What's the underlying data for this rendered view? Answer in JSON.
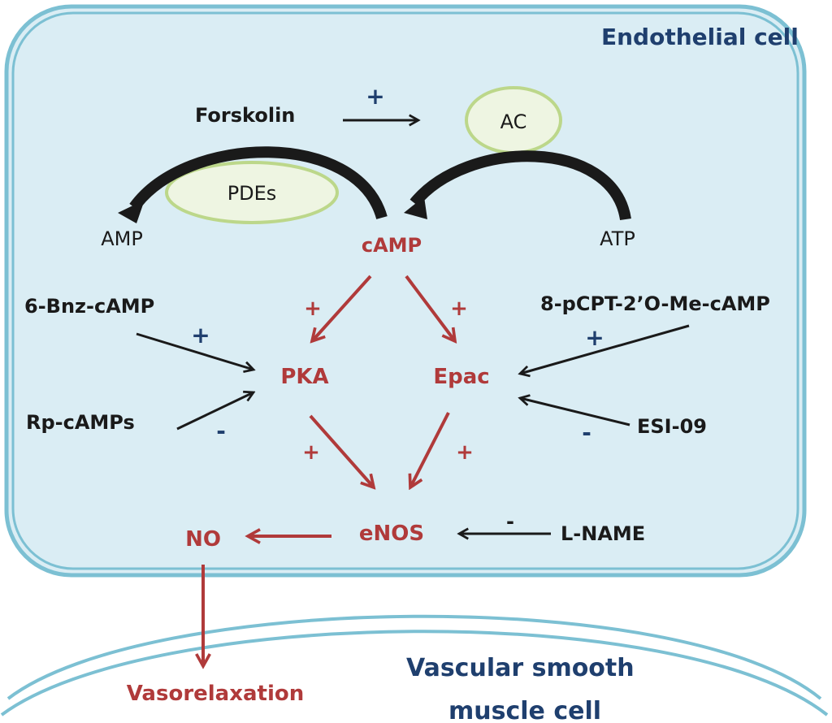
{
  "colors": {
    "cell_fill": "#daedf4",
    "membrane": "#7cc0d3",
    "membrane_light": "#a9dbe8",
    "enzyme_fill": "#eef5e2",
    "enzyme_border": "#bcd78a",
    "red": "#b03a3a",
    "dark": "#1a1a1a",
    "blue": "#1f3f6e",
    "white": "#ffffff"
  },
  "compartments": {
    "endothelial": "Endothelial cell",
    "vsmc_line1": "Vascular smooth",
    "vsmc_line2": "muscle cell"
  },
  "enzymes": {
    "ac": "AC",
    "pdes": "PDEs"
  },
  "nodes": {
    "forskolin": "Forskolin",
    "amp": "AMP",
    "camp": "cAMP",
    "atp": "ATP",
    "bnz": "6-Bnz-cAMP",
    "pcpt": "8-pCPT-2’O-Me-cAMP",
    "rp": "Rp-cAMPs",
    "esi": "ESI-09",
    "pka": "PKA",
    "epac": "Epac",
    "enos": "eNOS",
    "no": "NO",
    "lname": "L-NAME",
    "vasorelax": "Vasorelaxation"
  },
  "signs": {
    "forskolin_ac": "+",
    "camp_pka": "+",
    "camp_epac": "+",
    "bnz_pka": "+",
    "pcpt_epac": "+",
    "rp_pka": "-",
    "esi_epac": "-",
    "pka_enos": "+",
    "epac_enos": "+",
    "lname_enos": "-"
  }
}
